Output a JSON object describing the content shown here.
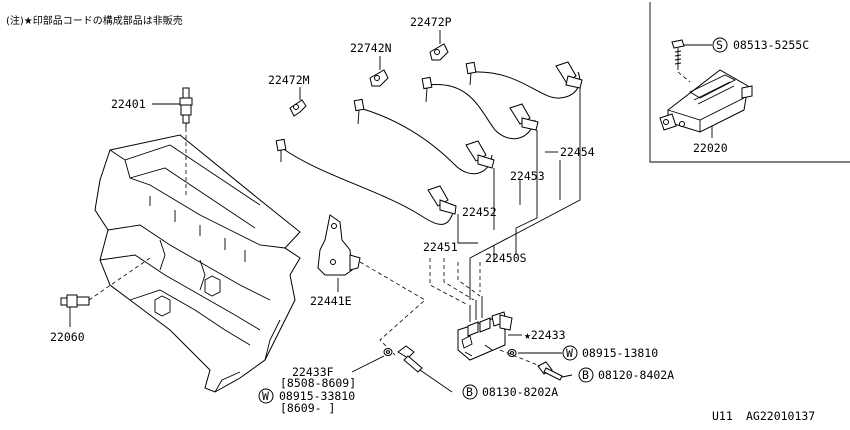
{
  "diagram": {
    "note": "(注)★印部品コードの構成部品は非販売",
    "footer": {
      "model": "U11",
      "figure_code": "AG22010137"
    },
    "parts": {
      "p22472P": "22472P",
      "p22742N": "22742N",
      "p22472M": "22472M",
      "p22401": "22401",
      "p22454": "22454",
      "p22453": "22453",
      "p22452": "22452",
      "p22451": "22451",
      "p22450S": "22450S",
      "p22441E": "22441E",
      "p22060": "22060",
      "p22433": "★22433",
      "p22433F": "22433F",
      "p22433F_range": "[8508-8609]",
      "p08915_33810": "08915-33810",
      "p08915_33810_range": "[8609-   ]",
      "p08915_13810": "08915-13810",
      "p08120_8402A": "08120-8402A",
      "p08130_8202A": "08130-8202A",
      "p08513_5255C": "08513-5255C",
      "p22020": "22020"
    },
    "callout_letters": {
      "S": "S",
      "W": "W",
      "B": "B"
    }
  }
}
